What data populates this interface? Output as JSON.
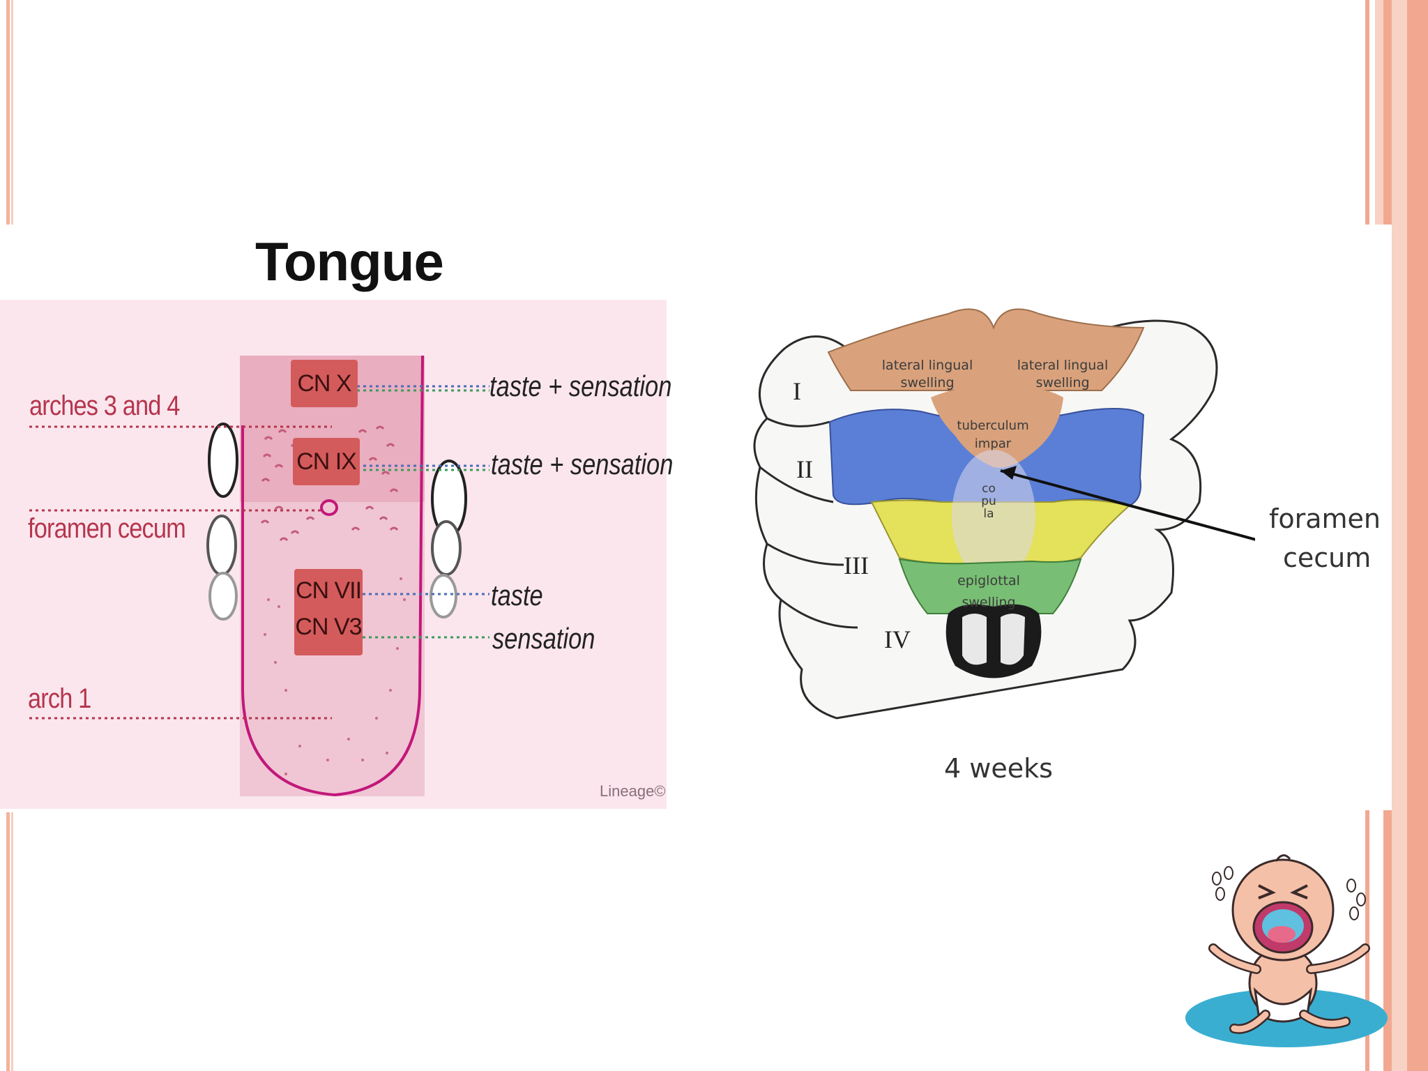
{
  "left_diagram": {
    "title": "Tongue",
    "left_labels": {
      "arches": "arches 3 and 4",
      "foramen": "foramen cecum",
      "arch1": "arch 1"
    },
    "nerves": {
      "cnx": "CN X",
      "cnix": "CN IX",
      "cnvii": "CN VII",
      "cnv3": "CN V3"
    },
    "right_labels": {
      "cnx": "taste + sensation",
      "cnix": "taste + sensation",
      "cnvii": "taste",
      "cnv3": "sensation"
    },
    "signature": "Lineage©"
  },
  "right_diagram": {
    "arches": [
      "I",
      "II",
      "III",
      "IV"
    ],
    "lateral_left": "lateral lingual swelling",
    "lateral_right": "lateral lingual swelling",
    "tuberculum": "tuberculum impar",
    "copula": "copula",
    "epiglottal": "epiglottal swelling",
    "pointer_label_line1": "foramen",
    "pointer_label_line2": "cecum",
    "caption": "4 weeks"
  },
  "colors": {
    "accent_border": "#f2a890",
    "tongue_bg": "#fbe6ee",
    "nerve_box": "#d45b5c",
    "red_label": "#b5354d",
    "lateral_swelling": "#d9a27c",
    "tuberculum_blue": "#5b7fd6",
    "copula_yellow": "#e4e15a",
    "epiglottal_green": "#78be74"
  },
  "icons": [
    "crying-baby-icon"
  ]
}
